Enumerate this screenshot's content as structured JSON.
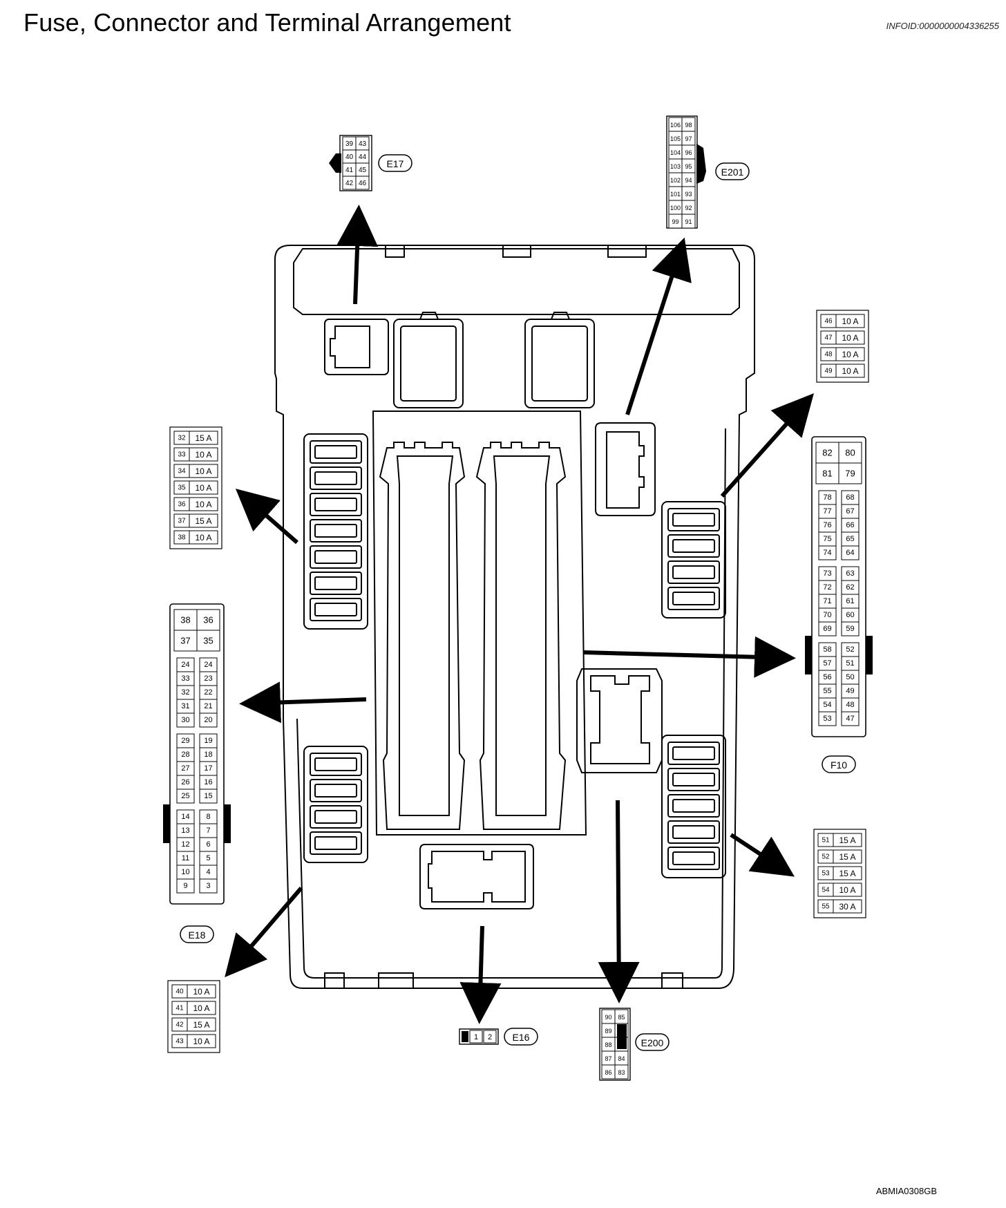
{
  "title": "Fuse, Connector and Terminal Arrangement",
  "info_id": "INFOID:0000000004336255",
  "figure_ref": "ABMIA0308GB",
  "fuses": {
    "left_top": [
      {
        "no": "32",
        "amp": "15 A"
      },
      {
        "no": "33",
        "amp": "10 A"
      },
      {
        "no": "34",
        "amp": "10 A"
      },
      {
        "no": "35",
        "amp": "10 A"
      },
      {
        "no": "36",
        "amp": "10 A"
      },
      {
        "no": "37",
        "amp": "15 A"
      },
      {
        "no": "38",
        "amp": "10 A"
      }
    ],
    "left_bottom": [
      {
        "no": "40",
        "amp": "10 A"
      },
      {
        "no": "41",
        "amp": "10 A"
      },
      {
        "no": "42",
        "amp": "15 A"
      },
      {
        "no": "43",
        "amp": "10 A"
      }
    ],
    "right_top": [
      {
        "no": "46",
        "amp": "10 A"
      },
      {
        "no": "47",
        "amp": "10 A"
      },
      {
        "no": "48",
        "amp": "10 A"
      },
      {
        "no": "49",
        "amp": "10 A"
      }
    ],
    "right_bottom": [
      {
        "no": "51",
        "amp": "15 A"
      },
      {
        "no": "52",
        "amp": "15 A"
      },
      {
        "no": "53",
        "amp": "15 A"
      },
      {
        "no": "54",
        "amp": "10 A"
      },
      {
        "no": "55",
        "amp": "30 A"
      }
    ]
  },
  "connectors": {
    "E17": {
      "label": "E17",
      "pins": [
        [
          "39",
          "43"
        ],
        [
          "40",
          "44"
        ],
        [
          "41",
          "45"
        ],
        [
          "42",
          "46"
        ]
      ]
    },
    "E201": {
      "label": "E201",
      "pins": [
        [
          "106",
          "98"
        ],
        [
          "105",
          "97"
        ],
        [
          "104",
          "96"
        ],
        [
          "103",
          "95"
        ],
        [
          "102",
          "94"
        ],
        [
          "101",
          "93"
        ],
        [
          "100",
          "92"
        ],
        [
          "99",
          "91"
        ]
      ]
    },
    "E18": {
      "label": "E18",
      "big": [
        [
          "38",
          "36"
        ],
        [
          "37",
          "35"
        ]
      ],
      "groups": [
        [
          [
            "24",
            "24"
          ],
          [
            "33",
            "23"
          ],
          [
            "32",
            "22"
          ],
          [
            "31",
            "21"
          ],
          [
            "30",
            "20"
          ]
        ],
        [
          [
            "29",
            "19"
          ],
          [
            "28",
            "18"
          ],
          [
            "27",
            "17"
          ],
          [
            "26",
            "16"
          ],
          [
            "25",
            "15"
          ]
        ],
        [
          [
            "14",
            "8"
          ],
          [
            "13",
            "7"
          ],
          [
            "12",
            "6"
          ],
          [
            "11",
            "5"
          ],
          [
            "10",
            "4"
          ],
          [
            "9",
            "3"
          ]
        ]
      ]
    },
    "F10": {
      "label": "F10",
      "big": [
        [
          "82",
          "80"
        ],
        [
          "81",
          "79"
        ]
      ],
      "groups": [
        [
          [
            "78",
            "68"
          ],
          [
            "77",
            "67"
          ],
          [
            "76",
            "66"
          ],
          [
            "75",
            "65"
          ],
          [
            "74",
            "64"
          ]
        ],
        [
          [
            "73",
            "63"
          ],
          [
            "72",
            "62"
          ],
          [
            "71",
            "61"
          ],
          [
            "70",
            "60"
          ],
          [
            "69",
            "59"
          ]
        ],
        [
          [
            "58",
            "52"
          ],
          [
            "57",
            "51"
          ],
          [
            "56",
            "50"
          ],
          [
            "55",
            "49"
          ],
          [
            "54",
            "48"
          ],
          [
            "53",
            "47"
          ]
        ]
      ]
    },
    "E16": {
      "label": "E16",
      "pins": [
        "1",
        "2"
      ]
    },
    "E200": {
      "label": "E200",
      "pins": [
        [
          "90",
          "85"
        ],
        [
          "89",
          ""
        ],
        [
          "88",
          ""
        ],
        [
          "87",
          "84"
        ],
        [
          "86",
          "83"
        ]
      ]
    }
  }
}
